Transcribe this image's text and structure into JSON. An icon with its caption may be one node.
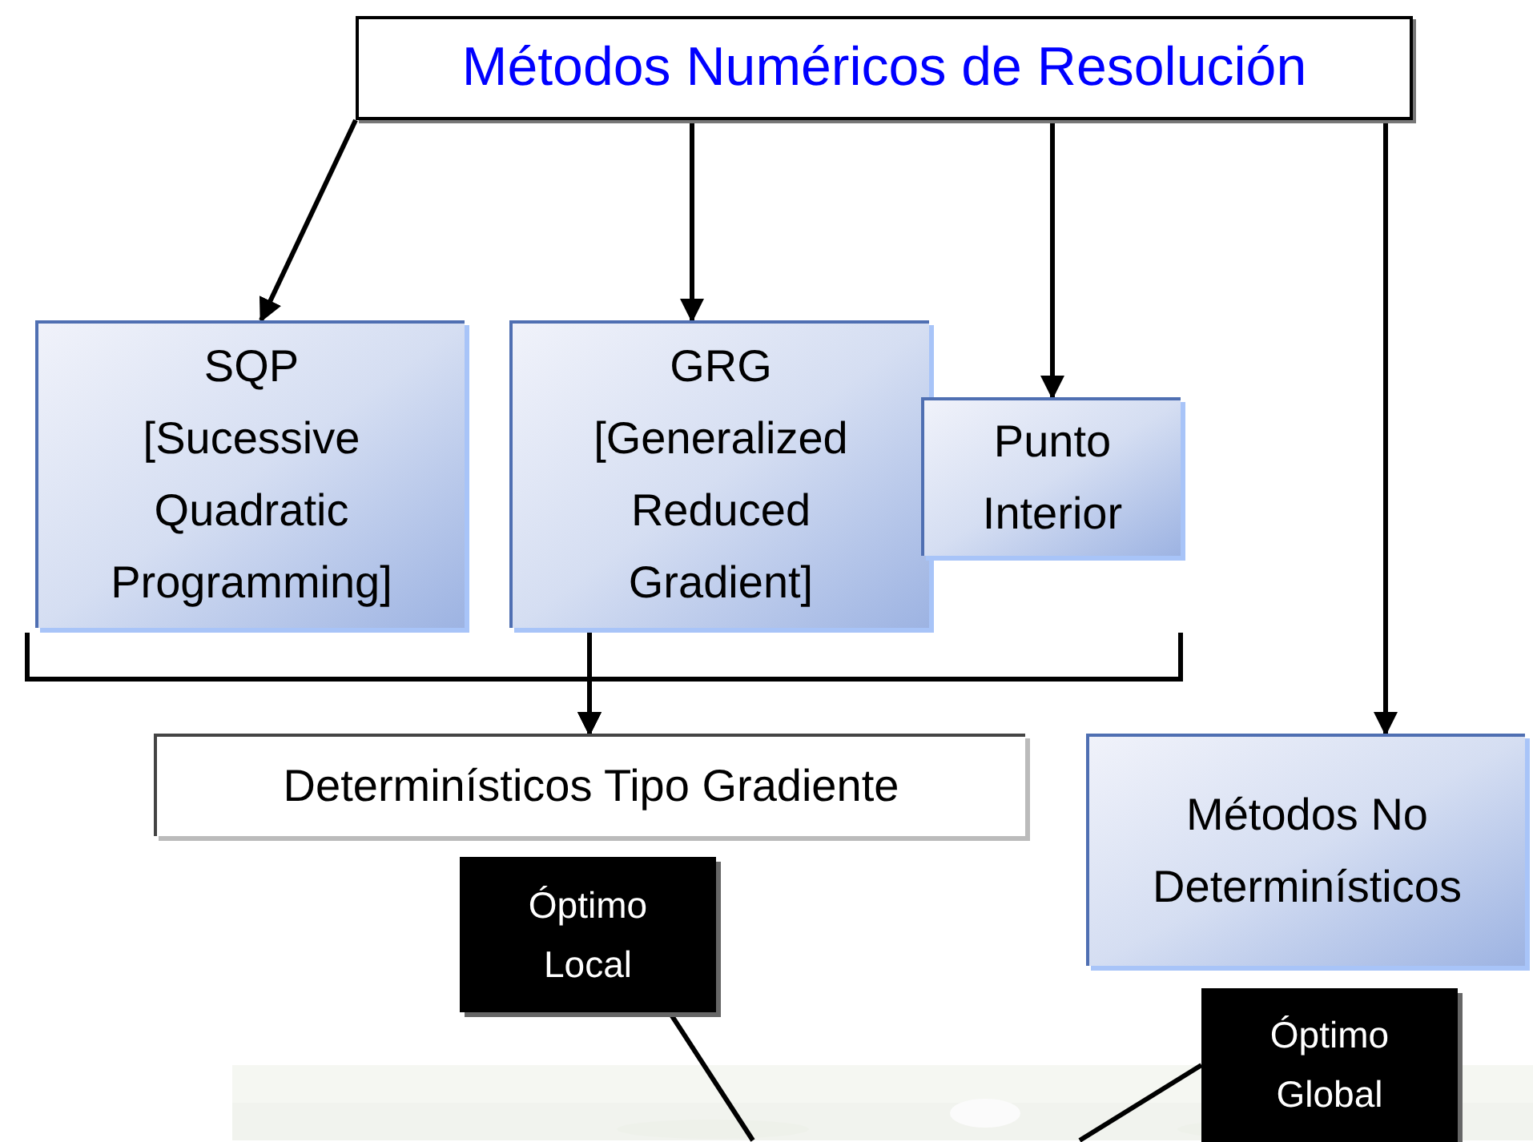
{
  "diagram": {
    "nodes": [
      {
        "text": [
          "Métodos Numéricos de Resolución"
        ]
      },
      {
        "text": [
          "SQP",
          "[Sucessive Quadratic Programming]"
        ]
      },
      {
        "text": [
          "GRG",
          "[Generalized Reduced Gradient]"
        ]
      },
      {
        "text": [
          "Punto Interior"
        ]
      },
      {
        "text": [
          "Determinísticos Tipo Gradiente"
        ]
      },
      {
        "text": [
          "Métodos No Determinísticos"
        ]
      },
      {
        "text": [
          "Óptimo Local"
        ]
      },
      {
        "text": [
          "Óptimo Global"
        ]
      },
      {
        "text": [],
        "shape": "picture"
      }
    ],
    "edges": [
      {
        "from": 0,
        "to": 1,
        "arrow": "to"
      },
      {
        "from": 0,
        "to": 2,
        "arrow": "to"
      },
      {
        "from": 0,
        "to": 3,
        "arrow": "to"
      },
      {
        "from": 0,
        "to": 5,
        "arrow": "to"
      },
      {
        "from": 1,
        "to": 4,
        "arrow": "to"
      },
      {
        "from": 2,
        "to": 4,
        "arrow": "to"
      },
      {
        "from": 3,
        "to": 4,
        "arrow": "to"
      },
      {
        "from": 6,
        "to": 8,
        "arrow": "none"
      },
      {
        "from": 7,
        "to": 8,
        "arrow": "none"
      }
    ]
  }
}
